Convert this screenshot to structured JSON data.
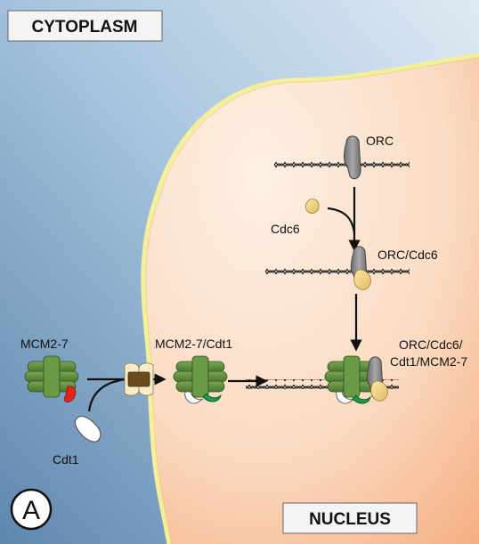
{
  "panel_letter": "A",
  "compartments": {
    "cytoplasm": "CYTOPLASM",
    "nucleus": "NUCLEUS"
  },
  "labels": {
    "orc": "ORC",
    "cdc6": "Cdc6",
    "orc_cdc6": "ORC/Cdc6",
    "mcm": "MCM2-7",
    "cdt1": "Cdt1",
    "mcm_cdt1": "MCM2-7/Cdt1",
    "complex_line1": "ORC/Cdc6/",
    "complex_line2": "Cdt1/MCM2-7"
  },
  "colors": {
    "cytoplasm_left": "#6f95b8",
    "cytoplasm_right": "#cfe1ef",
    "nucleus_fill": "#fbe2cf",
    "nucleus_edge": "#f6b88c",
    "membrane": "#f4ee9a",
    "mcm_green": "#5f8d3e",
    "orc_gray": "#8a8a8a",
    "cdc6_yellow": "#f0d58c",
    "cdt1_green": "#1b9a48",
    "cdt1_red": "#e2231a",
    "pore_brown": "#6b4a1c"
  }
}
